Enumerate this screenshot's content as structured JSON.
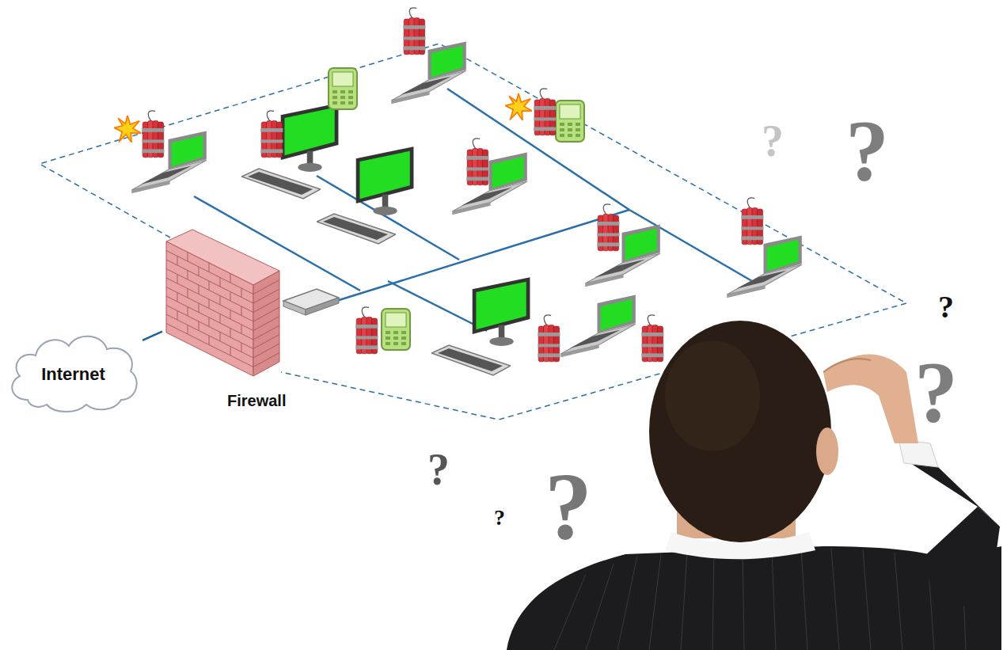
{
  "diagram": {
    "nodes": [
      {
        "text": [
          "Internet"
        ]
      },
      {
        "text": [
          "Firewall"
        ]
      }
    ],
    "edges": [
      {
        "from": 0,
        "to": 1,
        "arrow": "none"
      }
    ],
    "labels": [
      "?",
      "?",
      "?",
      "?",
      "?",
      "?",
      "?"
    ]
  }
}
